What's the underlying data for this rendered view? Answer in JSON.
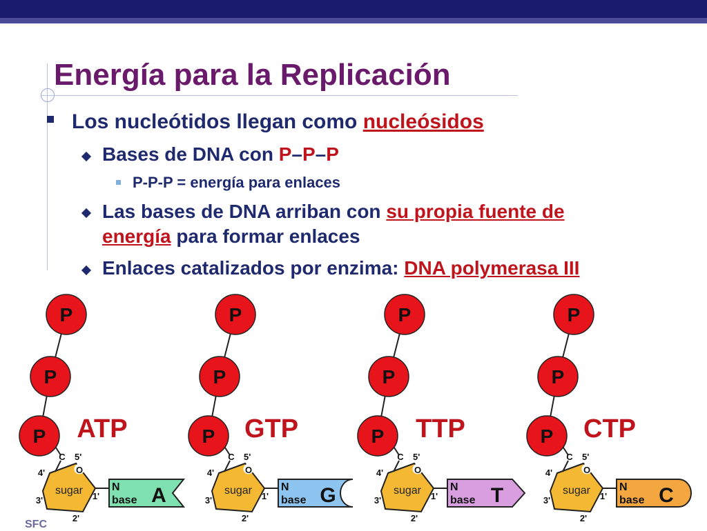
{
  "slide": {
    "title": "Energía para la Replicación",
    "bullet1": {
      "text": "Los nucleótidos llegan como ",
      "highlight": "nucleósidos"
    },
    "sub1": {
      "text": "Bases de DNA con ",
      "p1": "P",
      "d1": "–",
      "p2": "P",
      "d2": "–",
      "p3": "P"
    },
    "subsub1": "P-P-P = energía para enlaces",
    "sub2": {
      "text": "Las bases de DNA arriban con ",
      "highlight1": "su propia  fuente de",
      "highlight2": "energía",
      "rest": " para formar enlaces"
    },
    "sub3": {
      "text": "Enlaces catalizados por enzima: ",
      "highlight": "DNA polymerasa III"
    },
    "footer": "SFC"
  },
  "diagram": {
    "phosphate_label": "P",
    "sugar_label": "sugar",
    "n_label": "N",
    "base_label": "base",
    "carbon_5": "5'",
    "carbon_4": "4'",
    "carbon_3": "3'",
    "carbon_2": "2'",
    "carbon_1": "1'",
    "carbon_c": "C",
    "oxygen": "O",
    "molecules": [
      {
        "name": "ATP",
        "base": "A",
        "base_color": "#7fe0b0"
      },
      {
        "name": "GTP",
        "base": "G",
        "base_color": "#8ec4f0"
      },
      {
        "name": "TTP",
        "base": "T",
        "base_color": "#d89ee0"
      },
      {
        "name": "CTP",
        "base": "C",
        "base_color": "#f4a640"
      }
    ],
    "colors": {
      "phosphate": "#e8141c",
      "sugar": "#f4b832"
    }
  }
}
